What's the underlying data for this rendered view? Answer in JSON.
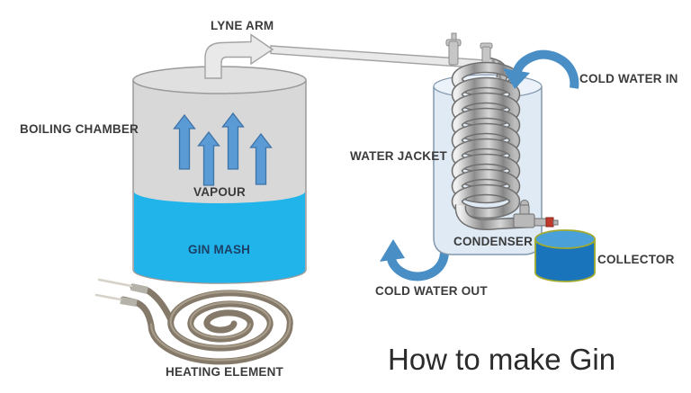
{
  "title": "How to make Gin",
  "diagram": {
    "labels": {
      "lyne_arm": "LYNE ARM",
      "boiling_chamber": "BOILING CHAMBER",
      "vapour": "VAPOUR",
      "gin_mash": "GIN MASH",
      "heating_element": "HEATING ELEMENT",
      "water_jacket": "WATER JACKET",
      "cold_water_in": "COLD WATER IN",
      "condenser": "CONDENSER",
      "cold_water_out": "COLD WATER OUT",
      "collector": "COLLECTOR"
    }
  },
  "colors": {
    "background": "#ffffff",
    "chamber_gray": "#d8d8d8",
    "chamber_top": "#e0e0e0",
    "chamber_outline": "#9a9a9a",
    "gin_mash_blue": "#20b4ea",
    "vapour_arrow_blue": "#5b9bd5",
    "vapour_arrow_outline": "#3e73a8",
    "pipe_fill": "#e9e9e9",
    "pipe_outline": "#a2a2a2",
    "water_jacket_fill": "#dfeaf5",
    "water_jacket_top": "#ebf2f9",
    "water_jacket_outline": "#8297ad",
    "flow_arrow_blue": "#4a8ec6",
    "collector_body": "#1a74bc",
    "collector_top": "#4aa0d8",
    "collector_outline": "#a2aa2e",
    "coil_metal_dark": "#707070",
    "heating_coil": "#857a6a",
    "label_text": "#3b3b3b",
    "gin_mash_label": "#1c4066",
    "title_text": "#2b2b2b"
  }
}
